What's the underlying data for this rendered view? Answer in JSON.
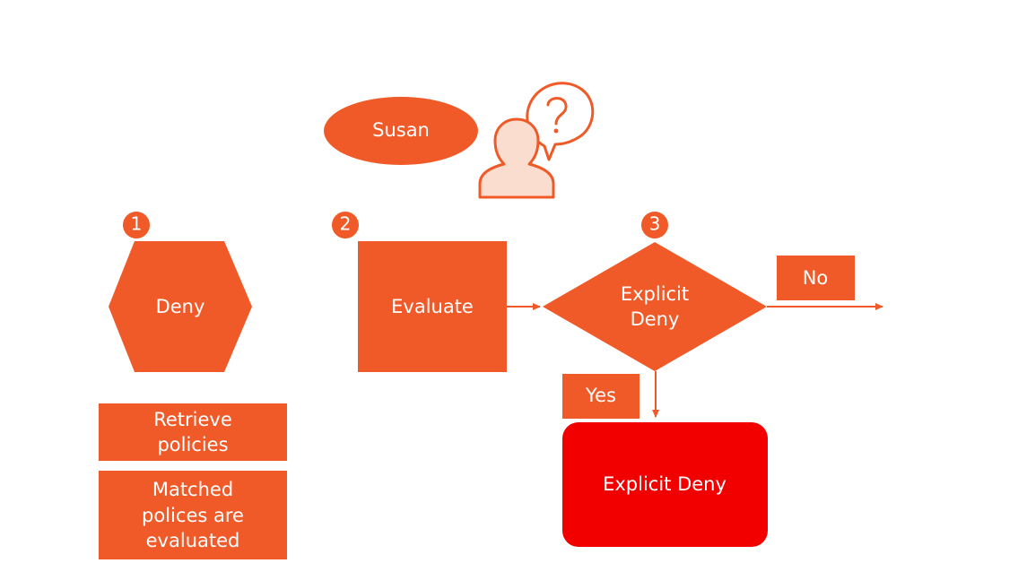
{
  "colors": {
    "primary": "#F05A28",
    "result": "#F20000",
    "text": "#FFFFFF",
    "background": "#FFFFFF"
  },
  "principal": {
    "name": "Susan",
    "icon": "user-question-icon"
  },
  "steps": [
    {
      "number": "1",
      "label": "Deny"
    },
    {
      "number": "2",
      "label": "Evaluate"
    },
    {
      "number": "3",
      "label_line1": "Explicit",
      "label_line2": "Deny"
    }
  ],
  "notes": {
    "retrieve_line1": "Retrieve",
    "retrieve_line2": "policies",
    "matched_line1": "Matched",
    "matched_line2": "polices are",
    "matched_line3": "evaluated"
  },
  "branches": {
    "no_label": "No",
    "yes_label": "Yes"
  },
  "result": {
    "label": "Explicit Deny"
  }
}
